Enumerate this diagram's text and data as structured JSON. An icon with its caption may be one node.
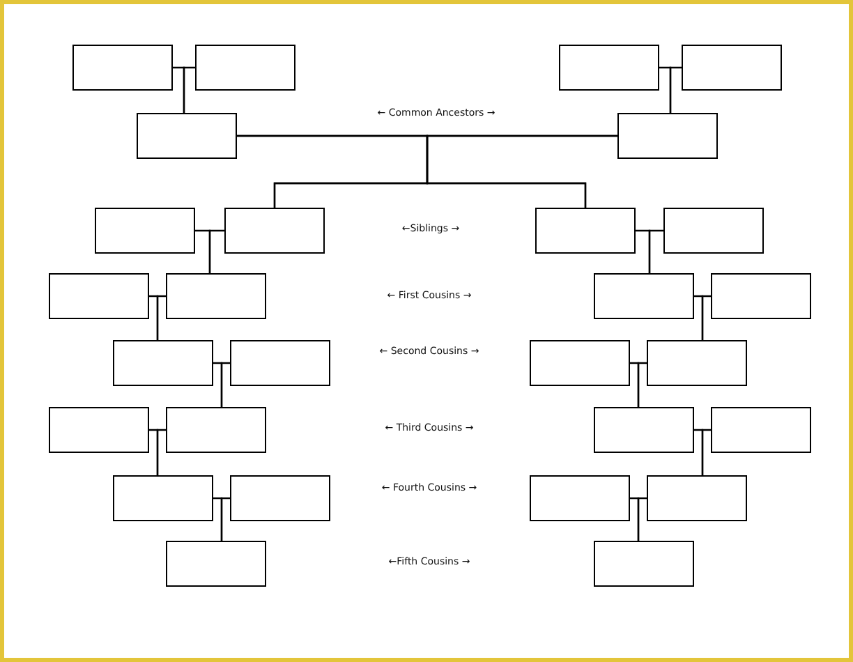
{
  "diagram": {
    "nodes": [
      {
        "text": [],
        "shape": "box"
      },
      {
        "text": [],
        "shape": "box"
      },
      {
        "text": [],
        "shape": "box"
      },
      {
        "text": [],
        "shape": "box"
      },
      {
        "text": [],
        "shape": "box"
      },
      {
        "text": [],
        "shape": "box"
      },
      {
        "text": [],
        "shape": "box"
      },
      {
        "text": [],
        "shape": "box"
      },
      {
        "text": [],
        "shape": "box"
      },
      {
        "text": [],
        "shape": "box"
      },
      {
        "text": [],
        "shape": "box"
      },
      {
        "text": [],
        "shape": "box"
      },
      {
        "text": [],
        "shape": "box"
      },
      {
        "text": [],
        "shape": "box"
      },
      {
        "text": [],
        "shape": "box"
      },
      {
        "text": [],
        "shape": "box"
      },
      {
        "text": [],
        "shape": "box"
      },
      {
        "text": [],
        "shape": "box"
      },
      {
        "text": [],
        "shape": "box"
      },
      {
        "text": [],
        "shape": "box"
      },
      {
        "text": [],
        "shape": "box"
      },
      {
        "text": [],
        "shape": "box"
      },
      {
        "text": [],
        "shape": "box"
      },
      {
        "text": [],
        "shape": "box"
      },
      {
        "text": [],
        "shape": "box"
      },
      {
        "text": [],
        "shape": "box"
      },
      {
        "text": [],
        "shape": "box"
      },
      {
        "text": [],
        "shape": "box"
      }
    ],
    "edges": [
      {
        "from": 0,
        "to": 4,
        "arrow": "none"
      },
      {
        "from": 1,
        "to": 4,
        "arrow": "none"
      },
      {
        "from": 2,
        "to": 5,
        "arrow": "none"
      },
      {
        "from": 3,
        "to": 5,
        "arrow": "none"
      },
      {
        "from": 4,
        "to": 7,
        "arrow": "none"
      },
      {
        "from": 4,
        "to": 8,
        "arrow": "none"
      },
      {
        "from": 5,
        "to": 7,
        "arrow": "none"
      },
      {
        "from": 5,
        "to": 8,
        "arrow": "none"
      },
      {
        "from": 6,
        "to": 11,
        "arrow": "none"
      },
      {
        "from": 7,
        "to": 11,
        "arrow": "none"
      },
      {
        "from": 8,
        "to": 12,
        "arrow": "none"
      },
      {
        "from": 9,
        "to": 12,
        "arrow": "none"
      },
      {
        "from": 10,
        "to": 14,
        "arrow": "none"
      },
      {
        "from": 11,
        "to": 14,
        "arrow": "none"
      },
      {
        "from": 12,
        "to": 17,
        "arrow": "none"
      },
      {
        "from": 13,
        "to": 17,
        "arrow": "none"
      },
      {
        "from": 14,
        "to": 19,
        "arrow": "none"
      },
      {
        "from": 15,
        "to": 19,
        "arrow": "none"
      },
      {
        "from": 16,
        "to": 20,
        "arrow": "none"
      },
      {
        "from": 17,
        "to": 20,
        "arrow": "none"
      },
      {
        "from": 18,
        "to": 22,
        "arrow": "none"
      },
      {
        "from": 19,
        "to": 22,
        "arrow": "none"
      },
      {
        "from": 20,
        "to": 25,
        "arrow": "none"
      },
      {
        "from": 21,
        "to": 25,
        "arrow": "none"
      },
      {
        "from": 22,
        "to": 26,
        "arrow": "none"
      },
      {
        "from": 23,
        "to": 26,
        "arrow": "none"
      },
      {
        "from": 24,
        "to": 27,
        "arrow": "none"
      },
      {
        "from": 25,
        "to": 27,
        "arrow": "none"
      }
    ],
    "labels": [
      "← Common Ancestors →",
      "←Siblings →",
      "← First Cousins →",
      "← Second Cousins →",
      "← Third Cousins →",
      "← Fourth Cousins →",
      "←Fifth Cousins →"
    ]
  }
}
